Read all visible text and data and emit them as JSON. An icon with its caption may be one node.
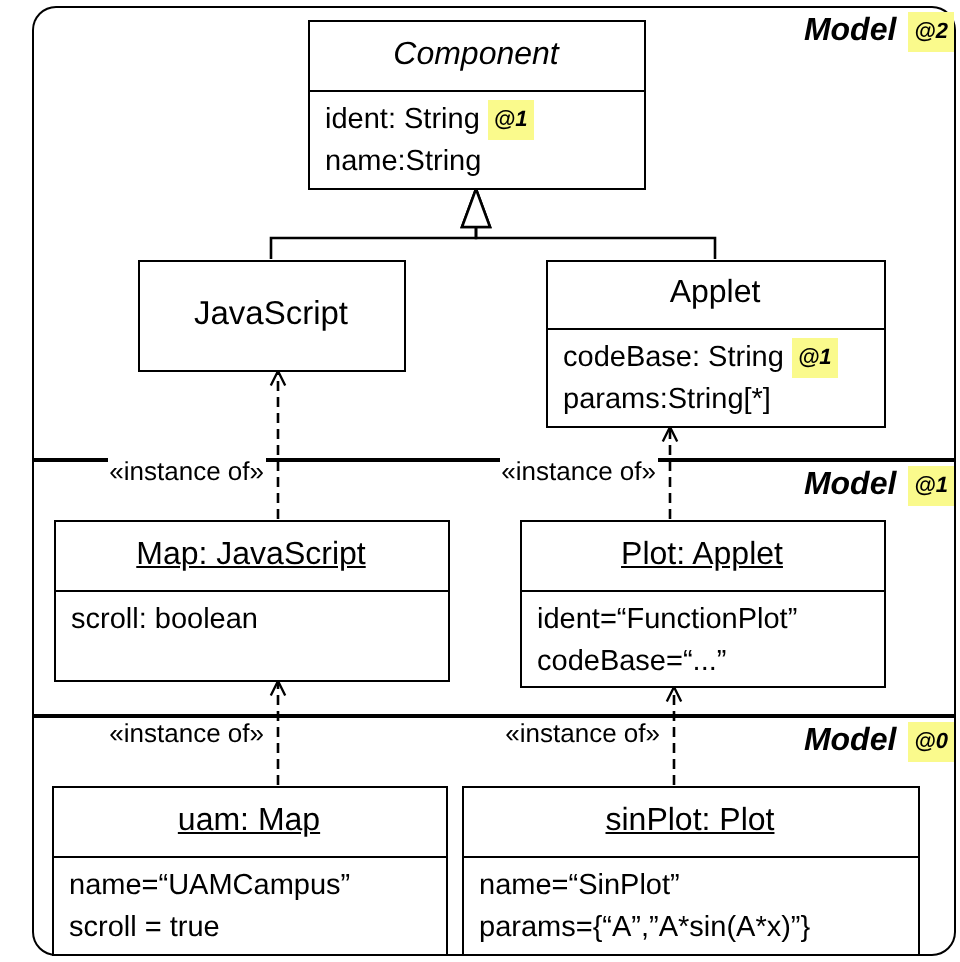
{
  "diagram": {
    "nodes": [
      {
        "text": [
          "Model",
          "@2"
        ]
      },
      {
        "text": [
          "Component",
          "ident: String",
          "@1",
          "name:String"
        ],
        "in": 0
      },
      {
        "text": [
          "JavaScript"
        ],
        "in": 0
      },
      {
        "text": [
          "Applet",
          "codeBase: String",
          "@1",
          "params:String[*]"
        ],
        "in": 0
      },
      {
        "text": [
          "Model",
          "@1"
        ]
      },
      {
        "text": [
          "Map: JavaScript",
          "scroll: boolean"
        ],
        "in": 4
      },
      {
        "text": [
          "Plot: Applet",
          "ident=“FunctionPlot”",
          "codeBase=“...”"
        ],
        "in": 4
      },
      {
        "text": [
          "Model",
          "@0"
        ]
      },
      {
        "text": [
          "uam: Map",
          "name=“UAMCampus”",
          "scroll = true"
        ],
        "in": 7
      },
      {
        "text": [
          "sinPlot: Plot",
          "name=“SinPlot”",
          "params={“A”,”A*sin(A*x)”}"
        ],
        "in": 7
      }
    ],
    "edges": [
      {
        "from": 2,
        "to": 1,
        "arrow": "to"
      },
      {
        "from": 3,
        "to": 1,
        "arrow": "to"
      },
      {
        "from": 5,
        "to": 2,
        "arrow": "to",
        "label": "«instance of»",
        "style": "dashed"
      },
      {
        "from": 6,
        "to": 3,
        "arrow": "to",
        "label": "«instance of»",
        "style": "dashed"
      },
      {
        "from": 8,
        "to": 5,
        "arrow": "to",
        "label": "«instance of»",
        "style": "dashed"
      },
      {
        "from": 9,
        "to": 6,
        "arrow": "to",
        "label": "«instance of»",
        "style": "dashed"
      }
    ]
  }
}
